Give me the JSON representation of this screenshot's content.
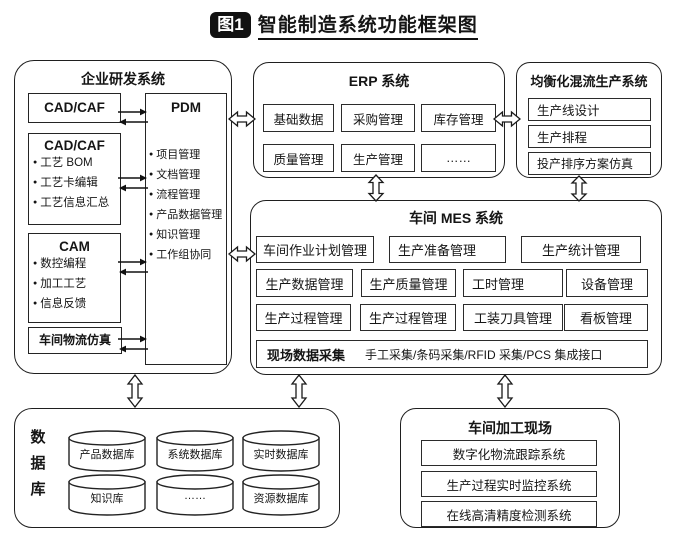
{
  "title": {
    "badge": "图1",
    "text": "智能制造系统功能框架图"
  },
  "rd": {
    "title": "企业研发系统",
    "cad1": {
      "title": "CAD/CAF"
    },
    "cad2": {
      "title": "CAD/CAF",
      "items": [
        "工艺 BOM",
        "工艺卡编辑",
        "工艺信息汇总"
      ]
    },
    "cam": {
      "title": "CAM",
      "items": [
        "数控编程",
        "加工工艺",
        "信息反馈"
      ]
    },
    "logistics_sim": "车间物流仿真",
    "pdm": {
      "title": "PDM",
      "items": [
        "项目管理",
        "文档管理",
        "流程管理",
        "产品数据管理",
        "知识管理",
        "工作组协同"
      ]
    }
  },
  "erp": {
    "title": "ERP 系统",
    "items": [
      "基础数据",
      "采购管理",
      "库存管理",
      "质量管理",
      "生产管理",
      "……"
    ]
  },
  "mixflow": {
    "title": "均衡化混流生产系统",
    "items": [
      "生产线设计",
      "生产排程",
      "投产排序方案仿真"
    ]
  },
  "mes": {
    "title": "车间 MES 系统",
    "row1": [
      "车间作业计划管理",
      "生产准备管理",
      "生产统计管理"
    ],
    "row2": [
      "生产数据管理",
      "生产质量管理",
      "工时管理",
      "设备管理"
    ],
    "row3": [
      "生产过程管理",
      "生产过程管理",
      "工装刀具管理",
      "看板管理"
    ],
    "collect": {
      "label": "现场数据采集",
      "detail": "手工采集/条码采集/RFID 采集/PCS 集成接口"
    }
  },
  "db": {
    "title": "数据库",
    "cylinders": [
      "产品数据库",
      "系统数据库",
      "实时数据库",
      "知识库",
      "……",
      "资源数据库"
    ]
  },
  "shopfloor": {
    "title": "车间加工现场",
    "items": [
      "数字化物流跟踪系统",
      "生产过程实时监控系统",
      "在线高清精度检测系统"
    ]
  },
  "connectors": [
    {
      "from": "企业研发系统",
      "to": "ERP 系统",
      "type": "double-arrow"
    },
    {
      "from": "企业研发系统",
      "to": "车间 MES 系统",
      "type": "double-arrow"
    },
    {
      "from": "ERP 系统",
      "to": "均衡化混流生产系统",
      "type": "double-arrow"
    },
    {
      "from": "ERP 系统",
      "to": "车间 MES 系统",
      "type": "double-arrow"
    },
    {
      "from": "均衡化混流生产系统",
      "to": "车间 MES 系统",
      "type": "double-arrow"
    },
    {
      "from": "企业研发系统",
      "to": "数据库",
      "type": "double-arrow"
    },
    {
      "from": "车间 MES 系统",
      "to": "数据库",
      "type": "double-arrow"
    },
    {
      "from": "车间 MES 系统",
      "to": "车间加工现场",
      "type": "double-arrow"
    }
  ],
  "colors": {
    "line": "#1a1a1a",
    "background": "#ffffff",
    "badge_bg": "#111111",
    "badge_fg": "#ffffff"
  }
}
